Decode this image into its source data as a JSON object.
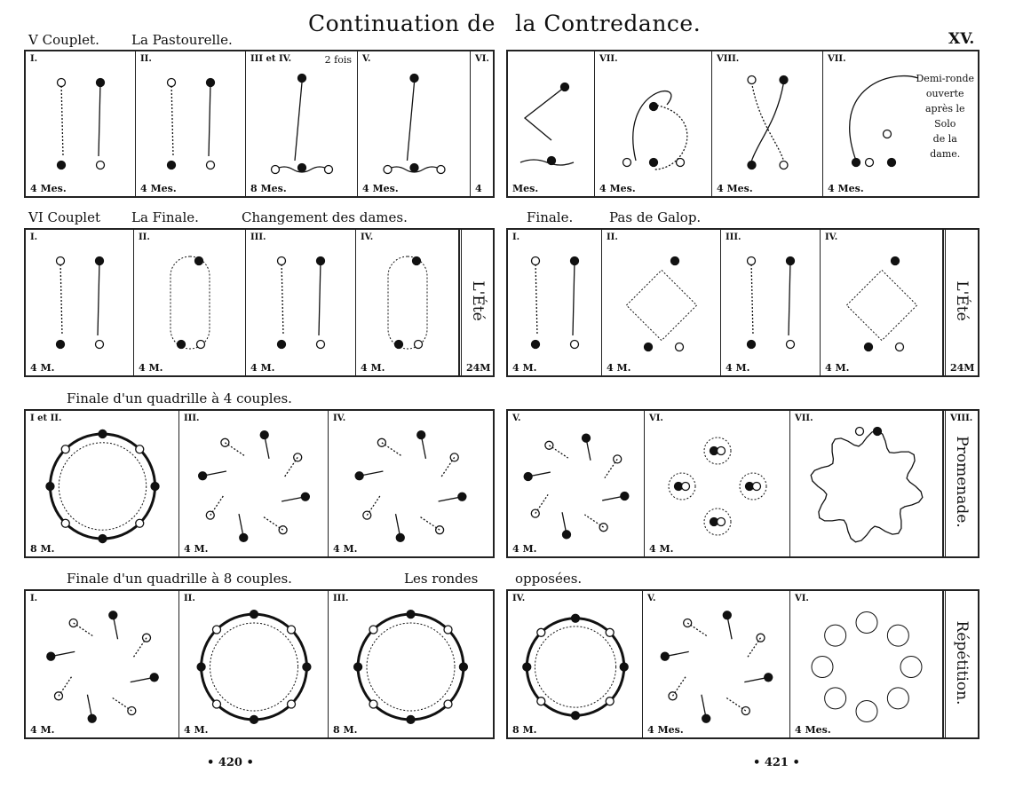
{
  "title_left": "Continuation de",
  "title_right": "la Contredance.",
  "plate": "XV.",
  "captions": {
    "r1_left_a": "V Couplet.",
    "r1_left_b": "La Pastourelle.",
    "r2_left_a": "VI Couplet",
    "r2_left_b": "La Finale.",
    "r2_left_c": "Changement des dames.",
    "r2_right_a": "Finale.",
    "r2_right_b": "Pas de Galop.",
    "r3_left": "Finale d'un quadrille à 4 couples.",
    "r4_left": "Finale d'un quadrille à 8 couples.",
    "r4_left_b": "Les rondes",
    "r4_right": "opposées."
  },
  "rows": {
    "r1l": [
      {
        "label": "I.",
        "measure": "4 Mes.",
        "figure": "pair-lines"
      },
      {
        "label": "II.",
        "measure": "4 Mes.",
        "figure": "pair-lines"
      },
      {
        "label": "III et IV.",
        "extra": "2 fois",
        "measure": "8 Mes.",
        "figure": "fan"
      },
      {
        "label": "V.",
        "measure": "4 Mes.",
        "figure": "fan"
      },
      {
        "label": "VI.",
        "measure": "4",
        "figure": "none"
      }
    ],
    "r1r": [
      {
        "label": "",
        "measure": "Mes.",
        "figure": "zigzag"
      },
      {
        "label": "VII.",
        "measure": "4 Mes.",
        "figure": "loop"
      },
      {
        "label": "VIII.",
        "measure": "4 Mes.",
        "figure": "cross"
      },
      {
        "label": "VII.",
        "measure": "4 Mes.",
        "note": "Demi-ronde\nouverte\naprès le\nSolo\nde la\ndame.",
        "figure": "arc"
      }
    ],
    "r2l": [
      {
        "label": "I.",
        "measure": "4 M.",
        "figure": "pair-lines"
      },
      {
        "label": "II.",
        "measure": "4 M.",
        "figure": "oval"
      },
      {
        "label": "III.",
        "measure": "4 M.",
        "figure": "pair-lines"
      },
      {
        "label": "IV.",
        "measure": "4 M.",
        "figure": "oval"
      },
      {
        "label": "",
        "measure": "24M",
        "vertical": "L'Été",
        "figure": "none"
      }
    ],
    "r2r": [
      {
        "label": "I.",
        "measure": "4 M.",
        "figure": "pair-lines"
      },
      {
        "label": "II.",
        "measure": "4 M.",
        "figure": "diamond"
      },
      {
        "label": "III.",
        "measure": "4 M.",
        "figure": "pair-lines"
      },
      {
        "label": "IV.",
        "measure": "4 M.",
        "figure": "diamond"
      },
      {
        "label": "",
        "measure": "24M",
        "vertical": "L'Été",
        "figure": "none"
      }
    ],
    "r3l": [
      {
        "label": "I et II.",
        "measure": "8 M.",
        "figure": "ring"
      },
      {
        "label": "III.",
        "measure": "4 M.",
        "figure": "radial"
      },
      {
        "label": "IV.",
        "measure": "4 M.",
        "figure": "radial"
      }
    ],
    "r3r": [
      {
        "label": "V.",
        "measure": "4 M.",
        "figure": "radial"
      },
      {
        "label": "VI.",
        "measure": "4 M.",
        "figure": "four-circles"
      },
      {
        "label": "VII.",
        "measure": "",
        "figure": "wave"
      },
      {
        "label": "VIII.",
        "measure": "",
        "vertical": "Promenade.",
        "figure": "none"
      }
    ],
    "r4l": [
      {
        "label": "I.",
        "measure": "4 M.",
        "figure": "radial"
      },
      {
        "label": "II.",
        "measure": "4 M.",
        "figure": "ring"
      },
      {
        "label": "III.",
        "measure": "8 M.",
        "figure": "ring"
      }
    ],
    "r4r": [
      {
        "label": "IV.",
        "measure": "8 M.",
        "figure": "ring"
      },
      {
        "label": "V.",
        "measure": "4 Mes.",
        "figure": "radial"
      },
      {
        "label": "VI.",
        "measure": "4 Mes.",
        "figure": "circles"
      },
      {
        "label": "",
        "measure": "",
        "vertical": "Répétition.",
        "figure": "none"
      }
    ]
  },
  "page_left": "• 420 •",
  "page_right": "• 421 •"
}
